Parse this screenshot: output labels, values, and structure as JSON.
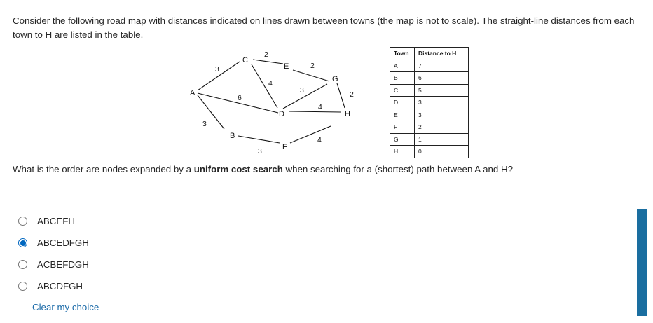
{
  "intro_text": "Consider the following road map with distances indicated on lines drawn between towns (the map is not to scale). The straight-line distances from each town to H are listed in the table.",
  "map": {
    "nodes": [
      "A",
      "B",
      "C",
      "D",
      "E",
      "F",
      "G",
      "H"
    ],
    "edge_weights": {
      "A-C": "3",
      "A-D": "6",
      "A-B": "3",
      "C-E": "2",
      "C-D": "4",
      "E-G": "2",
      "E-D": "3",
      "G-H": "2",
      "D-H": "4",
      "B-F": "3",
      "F-G": "4"
    }
  },
  "table": {
    "header_town": "Town",
    "header_distance": "Distance to H",
    "rows": [
      {
        "town": "A",
        "dist": "7"
      },
      {
        "town": "B",
        "dist": "6"
      },
      {
        "town": "C",
        "dist": "5"
      },
      {
        "town": "D",
        "dist": "3"
      },
      {
        "town": "E",
        "dist": "3"
      },
      {
        "town": "F",
        "dist": "2"
      },
      {
        "town": "G",
        "dist": "1"
      },
      {
        "town": "H",
        "dist": "0"
      }
    ]
  },
  "question": {
    "before": "What is the order are nodes expanded by a ",
    "bold": "uniform cost search",
    "after": " when searching for a (shortest) path between A and H?"
  },
  "options": [
    {
      "label": "ABCEFH",
      "selected": false
    },
    {
      "label": "ABCEDFGH",
      "selected": true
    },
    {
      "label": "ACBEFDGH",
      "selected": false
    },
    {
      "label": "ABCDFGH",
      "selected": false
    }
  ],
  "clear_label": "Clear my choice",
  "accent_color": "#0067c0"
}
